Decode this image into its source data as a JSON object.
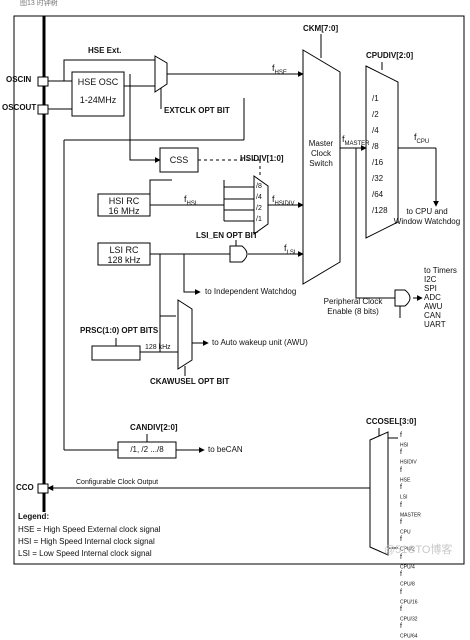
{
  "figure": {
    "caption": "图13  时钟树"
  },
  "inputs": {
    "oscin": "OSCIN",
    "oscout": "OSCOUT",
    "hse_ext": "HSE Ext.",
    "hse_osc_title": "HSE OSC",
    "hse_osc_range": "1-24MHz",
    "extclk_opt": "EXTCLK OPT BIT"
  },
  "ckm": {
    "label": "CKM[7:0]",
    "title_lines": [
      "Master",
      "Clock",
      "Switch"
    ]
  },
  "signals": {
    "f_hse": "f",
    "f_hse_sub": "HSE",
    "f_hsi": "f",
    "f_hsi_sub": "HSI",
    "f_hsidiv": "f",
    "f_hsidiv_sub": "HSIDIV",
    "f_lsi": "f",
    "f_lsi_sub": "LSI",
    "f_master": "f",
    "f_master_sub": "MASTER",
    "f_cpu": "f",
    "f_cpu_sub": "CPU"
  },
  "cpudiv": {
    "label": "CPUDIV[2:0]",
    "options": [
      "/1",
      "/2",
      "/4",
      "/8",
      "/16",
      "/32",
      "/64",
      "/128"
    ],
    "output": [
      "to CPU and",
      "Window Watchdog"
    ]
  },
  "css": {
    "label": "CSS"
  },
  "hsidiv": {
    "label": "HSIDIV[1:0]",
    "options": [
      "/8",
      "/4",
      "/2",
      "/1"
    ]
  },
  "hsi_rc": {
    "title": "HSI RC",
    "freq": "16 MHz"
  },
  "lsi_rc": {
    "title": "LSI RC",
    "freq": "128 kHz"
  },
  "lsi_en": "LSI_EN OPT BIT",
  "iwdg": "to Independent Watchdog",
  "peripherals": {
    "header": "to Timers",
    "list": [
      "I2C",
      "SPI",
      "ADC",
      "AWU",
      "CAN",
      "UART"
    ],
    "gate_lines": [
      "Peripheral Clock",
      "Enable (8 bits)"
    ]
  },
  "awu": {
    "prsc": "PRSC(1:0) OPT BITS",
    "freq": "128 kHz",
    "output": "to Auto wakeup unit (AWU)",
    "ckawusel": "CKAWUSEL OPT BIT"
  },
  "can": {
    "label": "CANDIV[2:0]",
    "divider": "/1, /2 .../8",
    "output": "to beCAN"
  },
  "cco": {
    "pin": "CCO",
    "output": "Configurable Clock Output",
    "sel_label": "CCOSEL[3:0]",
    "sources": [
      {
        "m": "f",
        "s": "HSI"
      },
      {
        "m": "f",
        "s": "HSIDIV"
      },
      {
        "m": "f",
        "s": "HSE"
      },
      {
        "m": "f",
        "s": "LSI"
      },
      {
        "m": "f",
        "s": "MASTER"
      },
      {
        "m": "f",
        "s": "CPU"
      },
      {
        "m": "f",
        "s": "CPU/2"
      },
      {
        "m": "f",
        "s": "CPU/4"
      },
      {
        "m": "f",
        "s": "CPU/8"
      },
      {
        "m": "f",
        "s": "CPU/16"
      },
      {
        "m": "f",
        "s": "CPU/32"
      },
      {
        "m": "f",
        "s": "CPU/64"
      }
    ]
  },
  "legend": {
    "title": "Legend:",
    "lines": [
      "HSE = High Speed External clock signal",
      "HSI = High Speed Internal clock signal",
      "LSI = Low Speed Internal clock signal"
    ]
  },
  "watermark": "@51CTO博客"
}
